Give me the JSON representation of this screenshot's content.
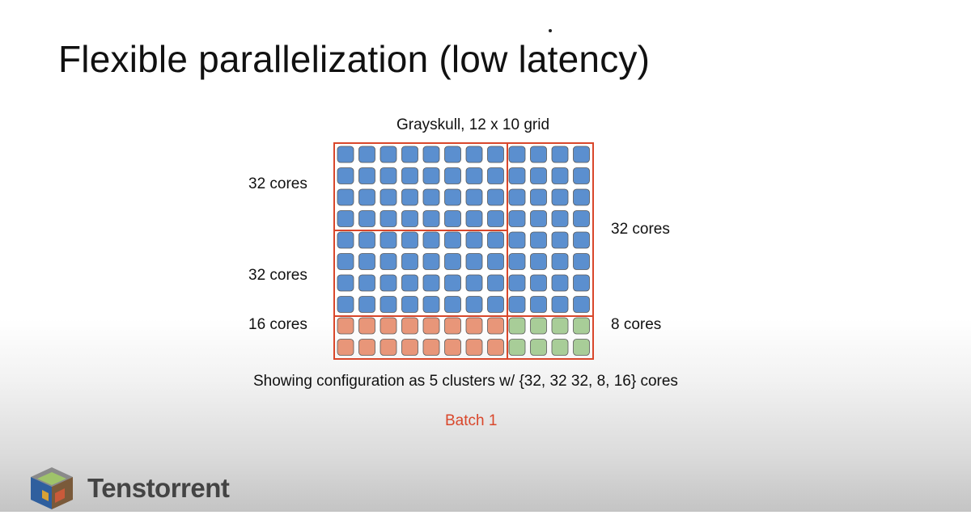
{
  "slide": {
    "title": "Flexible parallelization (low latency)"
  },
  "diagram": {
    "grid_title": "Grayskull, 12 x 10 grid",
    "columns": 12,
    "rows": 10,
    "labels": {
      "left_top": "32 cores",
      "left_middle": "32 cores",
      "left_bottom": "16 cores",
      "right_top": "32 cores",
      "right_bottom": "8 cores"
    },
    "clusters": [
      {
        "id": "top-left",
        "cores": 32,
        "color": "#5b8fcf"
      },
      {
        "id": "middle-left",
        "cores": 32,
        "color": "#5b8fcf"
      },
      {
        "id": "right",
        "cores": 32,
        "color": "#5b8fcf"
      },
      {
        "id": "bottom-right",
        "cores": 8,
        "color": "#a8cd98"
      },
      {
        "id": "bottom-left",
        "cores": 16,
        "color": "#e89679"
      }
    ],
    "boundary_color": "#d9472b"
  },
  "caption": "Showing configuration as 5 clusters w/ {32, 32 32, 8, 16} cores",
  "batch_label": "Batch 1",
  "batch_color": "#d9472b",
  "brand": {
    "name": "Tenstorrent",
    "logo_icon": "tenstorrent-cube-icon"
  }
}
